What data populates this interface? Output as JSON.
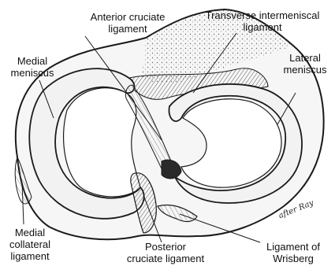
{
  "labels": {
    "acl_line1": "Anterior cruciate",
    "acl_line2": "ligament",
    "tim_line1": "Transverse intermeniscal",
    "tim_line2": "ligament",
    "med_men_line1": "Medial",
    "med_men_line2": "meniscus",
    "lat_men_line1": "Lateral",
    "lat_men_line2": "meniscus",
    "mcl_line1": "Medial",
    "mcl_line2": "collateral",
    "mcl_line3": "ligament",
    "pcl_line1": "Posterior",
    "pcl_line2": "cruciate ligament",
    "wris_line1": "Ligament of",
    "wris_line2": "Wrisberg"
  },
  "signature": "after Ray",
  "colors": {
    "ink": "#1a1a1a",
    "bone": "#f4f4f4",
    "shade": "#9a9a9a"
  }
}
